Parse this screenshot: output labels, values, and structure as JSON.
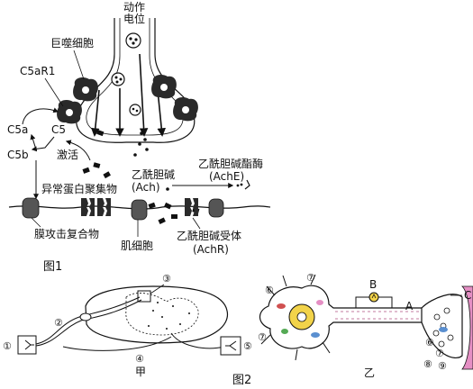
{
  "figure1": {
    "caption": "图1",
    "action_potential": [
      "动作",
      "电位"
    ],
    "macrophage": "巨噬细胞",
    "c5ar1": "C5aR1",
    "c5a": "C5a",
    "c5": "C5",
    "c5b": "C5b",
    "activate": "激活",
    "abnormal_protein": "异常蛋白聚集物",
    "ach": [
      "乙酰胆碱",
      "(Ach)"
    ],
    "ache": [
      "乙酰胆碱酯酶",
      "(AchE)"
    ],
    "mac": "膜攻击复合物",
    "muscle_cell": "肌细胞",
    "achr": [
      "乙酰胆碱受体",
      "(AchR)"
    ]
  },
  "figure2": {
    "caption": "图2",
    "jia": "甲",
    "yi": "乙",
    "jia_numbers": [
      "①",
      "②",
      "③",
      "④",
      "⑤"
    ],
    "yi_numbers": [
      "⑥",
      "⑦",
      "⑦",
      "⑥",
      "⑦",
      "⑧",
      "⑨"
    ],
    "letters": [
      "A",
      "B",
      "C"
    ]
  },
  "colors": {
    "ink": "#111111",
    "cell_fill": "#2a2a2a",
    "muscle_pink": "#e58fc4",
    "axon_yellow": "#f2d34a"
  }
}
